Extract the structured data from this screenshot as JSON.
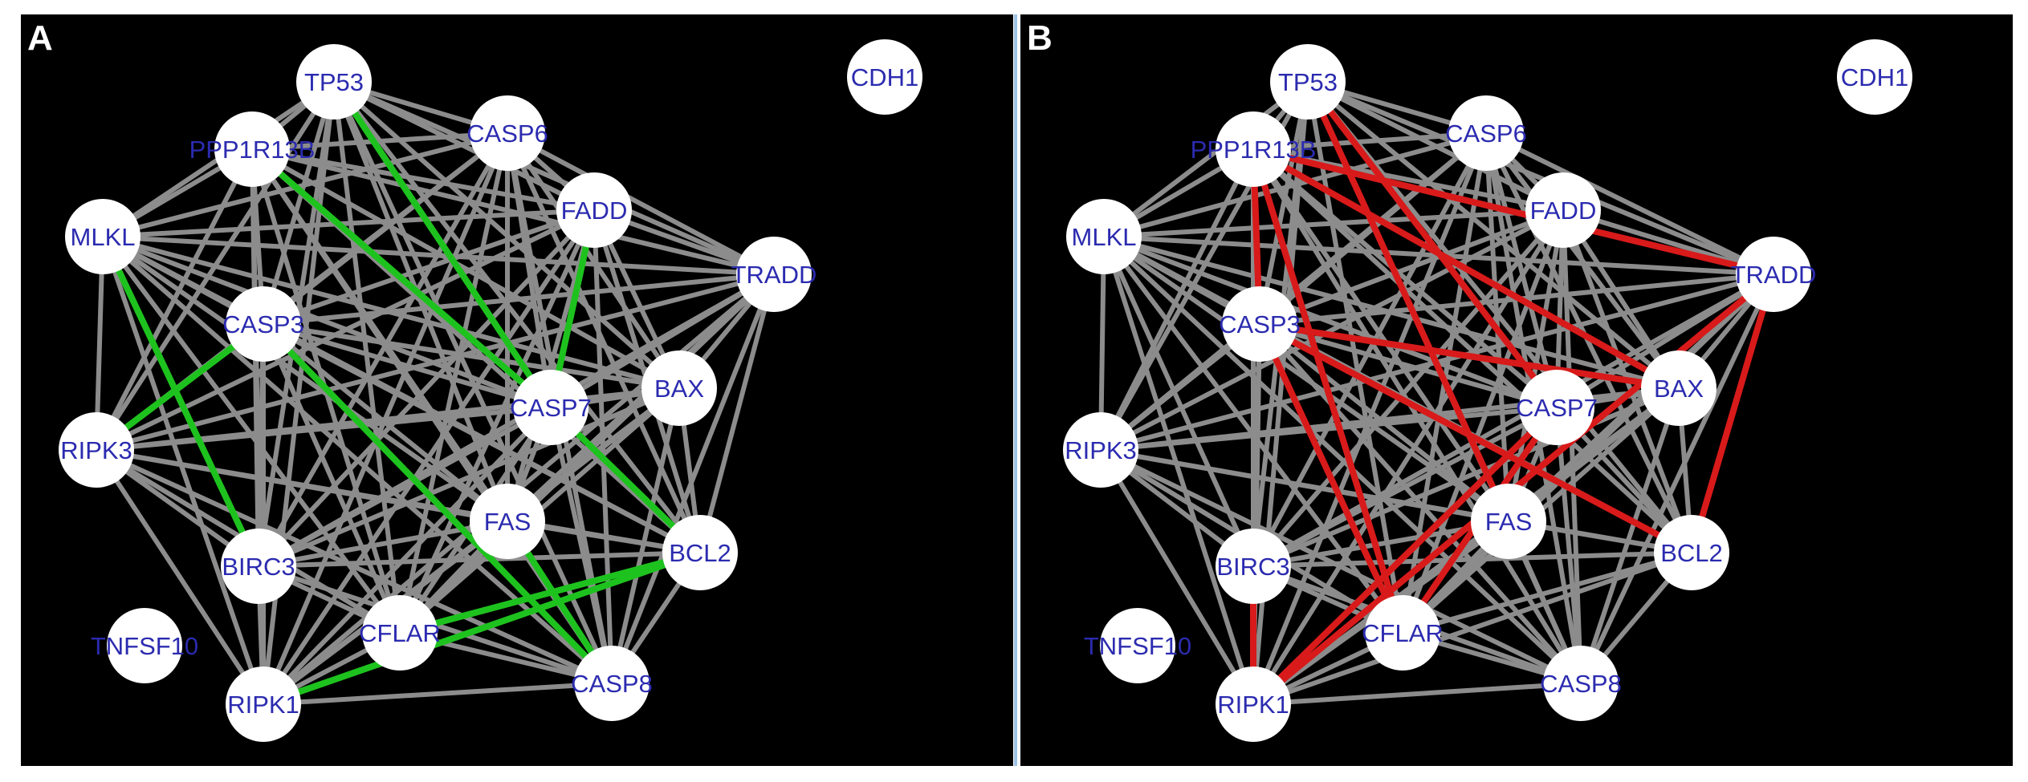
{
  "colors": {
    "background": "#000000",
    "default_edge": "#8c8c8c",
    "node_fill": "#ffffff",
    "node_label": "#2b2bb0",
    "highlight_a": "#1ec21e",
    "highlight_b": "#d81a1a"
  },
  "panels": [
    {
      "id": "a",
      "label": "A",
      "highlight_color": "#1ec21e",
      "highlight_edges": [
        [
          "TP53",
          "CASP7"
        ],
        [
          "PPP1R13B",
          "CASP7"
        ],
        [
          "FADD",
          "CASP7"
        ],
        [
          "MLKL",
          "BIRC3"
        ],
        [
          "CASP3",
          "RIPK3"
        ],
        [
          "CASP3",
          "CASP8"
        ],
        [
          "CASP7",
          "BCL2"
        ],
        [
          "RIPK1",
          "BCL2"
        ],
        [
          "CFLAR",
          "BCL2"
        ],
        [
          "FAS",
          "CASP8"
        ]
      ],
      "nodes": [
        {
          "id": "TP53",
          "label": "TP53"
        },
        {
          "id": "CASP6",
          "label": "CASP6"
        },
        {
          "id": "PPP1R13B",
          "label": "PPP1R13B"
        },
        {
          "id": "CDH1",
          "label": "CDH1"
        },
        {
          "id": "MLKL",
          "label": "MLKL"
        },
        {
          "id": "FADD",
          "label": "FADD"
        },
        {
          "id": "TRADD",
          "label": "TRADD"
        },
        {
          "id": "CASP3",
          "label": "CASP3"
        },
        {
          "id": "BAX",
          "label": "BAX"
        },
        {
          "id": "CASP7",
          "label": "CASP7"
        },
        {
          "id": "RIPK3",
          "label": "RIPK3"
        },
        {
          "id": "FAS",
          "label": "FAS"
        },
        {
          "id": "BCL2",
          "label": "BCL2"
        },
        {
          "id": "BIRC3",
          "label": "BIRC3"
        },
        {
          "id": "TNFSF10",
          "label": "TNFSF10"
        },
        {
          "id": "CFLAR",
          "label": "CFLAR"
        },
        {
          "id": "CASP8",
          "label": "CASP8"
        },
        {
          "id": "RIPK1",
          "label": "RIPK1"
        }
      ]
    },
    {
      "id": "b",
      "label": "B",
      "highlight_color": "#d81a1a",
      "highlight_edges": [
        [
          "TP53",
          "CASP7"
        ],
        [
          "TP53",
          "FAS"
        ],
        [
          "PPP1R13B",
          "TRADD"
        ],
        [
          "PPP1R13B",
          "BAX"
        ],
        [
          "PPP1R13B",
          "CFLAR"
        ],
        [
          "PPP1R13B",
          "CASP3"
        ],
        [
          "CASP3",
          "BCL2"
        ],
        [
          "CASP3",
          "CFLAR"
        ],
        [
          "CASP3",
          "BAX"
        ],
        [
          "TRADD",
          "BCL2"
        ],
        [
          "TRADD",
          "RIPK1"
        ],
        [
          "BIRC3",
          "RIPK1"
        ],
        [
          "CASP7",
          "RIPK1"
        ],
        [
          "CASP7",
          "CFLAR"
        ]
      ],
      "nodes": [
        {
          "id": "TP53",
          "label": "TP53"
        },
        {
          "id": "CASP6",
          "label": "CASP6"
        },
        {
          "id": "PPP1R13B",
          "label": "PPP1R13B"
        },
        {
          "id": "CDH1",
          "label": "CDH1"
        },
        {
          "id": "MLKL",
          "label": "MLKL"
        },
        {
          "id": "FADD",
          "label": "FADD"
        },
        {
          "id": "TRADD",
          "label": "TRADD"
        },
        {
          "id": "CASP3",
          "label": "CASP3"
        },
        {
          "id": "BAX",
          "label": "BAX"
        },
        {
          "id": "CASP7",
          "label": "CASP7"
        },
        {
          "id": "RIPK3",
          "label": "RIPK3"
        },
        {
          "id": "FAS",
          "label": "FAS"
        },
        {
          "id": "BCL2",
          "label": "BCL2"
        },
        {
          "id": "BIRC3",
          "label": "BIRC3"
        },
        {
          "id": "TNFSF10",
          "label": "TNFSF10"
        },
        {
          "id": "CFLAR",
          "label": "CFLAR"
        },
        {
          "id": "CASP8",
          "label": "CASP8"
        },
        {
          "id": "RIPK1",
          "label": "RIPK1"
        }
      ]
    }
  ],
  "isolated_nodes": [
    "CDH1",
    "TNFSF10"
  ]
}
